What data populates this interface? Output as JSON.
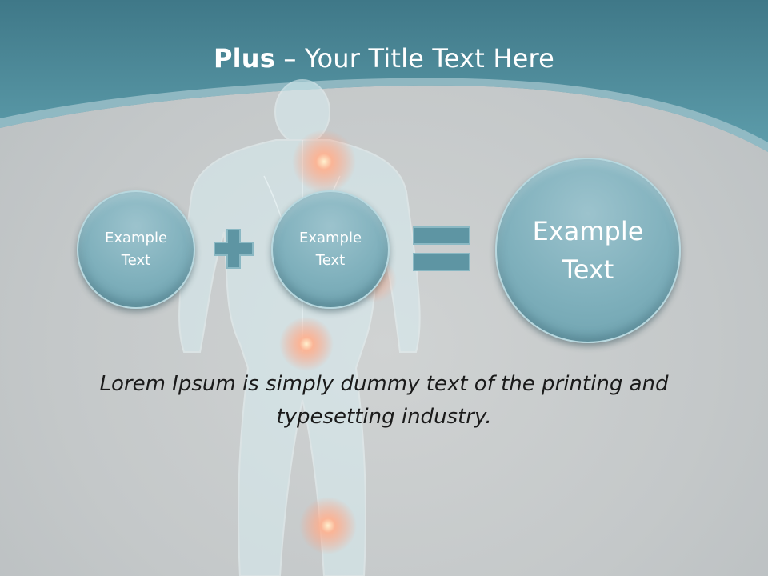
{
  "slide": {
    "title_bold": "Plus",
    "title_rest": " – Your Title Text Here",
    "circles": [
      {
        "label": "Example\nText"
      },
      {
        "label": "Example\nText"
      },
      {
        "label": "Example\nText"
      }
    ],
    "operators": {
      "plus": "plus-icon",
      "equals": "equals-icon"
    },
    "body_text": "Lorem Ipsum is simply dummy text of the printing and typesetting industry."
  },
  "colors": {
    "header": "#4d8a98",
    "circle_fill": "#7fb0bc",
    "operator_fill": "#5e95a3",
    "background": "#c6cacb",
    "glow": "#ff9a7a"
  }
}
